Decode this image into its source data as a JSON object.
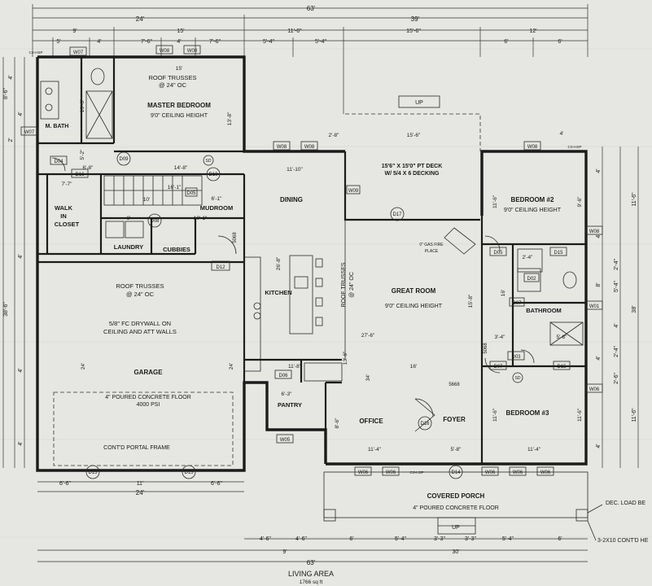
{
  "summary": {
    "title": "LIVING AREA",
    "area": "1766 sq ft"
  },
  "dims_top": {
    "overall": "63'",
    "row2": [
      "24'",
      "39'"
    ],
    "row3": [
      "9'",
      "15'",
      "11'-6\"",
      "15'-6\"",
      "12'"
    ],
    "row4": [
      "5'",
      "4'",
      "7'-6\"",
      "4'",
      "7'-6\"",
      "5'-4\"",
      "5'-4\"",
      "6'",
      "6'"
    ]
  },
  "dims_bottom": {
    "row1": [
      "6'-6\"",
      "11'",
      "6'-6\""
    ],
    "row2": "24'",
    "row3": [
      "4'-6\"",
      "4'-6\"",
      "6'",
      "5'-4\"",
      "3'-3\"",
      "3'-3\"",
      "5'-4\"",
      "6'"
    ],
    "row4": [
      "9'",
      "30'"
    ],
    "overall": "63'"
  },
  "dims_left": [
    "4'",
    "8'-6\"",
    "4'",
    "2'",
    "4'",
    "38'-6\"",
    "4'",
    "4'"
  ],
  "dims_right": [
    "4'",
    "11'-6\"",
    "4'",
    "2'-4\"",
    "8'",
    "5'-4\"",
    "4'",
    "2'-4\"",
    "38'",
    "4'",
    "11'-6\"",
    "2'-6\"",
    "4'"
  ],
  "rooms": {
    "master": {
      "name": "MASTER BEDROOM",
      "note": "9'0\" CEILING HEIGHT",
      "truss": [
        "ROOF TRUSSES",
        "@ 24\" OC"
      ]
    },
    "mbath": "M. BATH",
    "walkin": [
      "WALK",
      "IN",
      "CLOSET"
    ],
    "mudroom": "MUDROOM",
    "laundry": "LAUNDRY",
    "cubbies": "CUBBIES",
    "dining": "DINING",
    "deck": [
      "15'6\" X 15'0\" PT DECK",
      "W/ 5/4 X 6 DECKING"
    ],
    "bed2": {
      "name": "BEDROOM #2",
      "note": "9'0\" CEILING HEIGHT"
    },
    "kitchen": "KITCHEN",
    "great": {
      "name": "GREAT ROOM",
      "note": "9'0\" CEILING HEIGHT"
    },
    "bath": "BATHROOM",
    "garage": {
      "name": "GARAGE",
      "truss": [
        "ROOF TRUSSES",
        "@ 24\" OC"
      ],
      "drywall": [
        "5/8\" FC DRYWALL ON",
        "CEILING AND ATT WALLS"
      ],
      "floor": [
        "4\" POURED CONCRETE FLOOR",
        "4000 PSI"
      ],
      "frame": "CONT'D PORTAL FRAME"
    },
    "pantry": "PANTRY",
    "office": "OFFICE",
    "foyer": "FOYER",
    "bed3": "BEDROOM #3",
    "porch": [
      "COVERED PORCH",
      "4\" POURED CONCRETE FLOOR"
    ],
    "fireplace": [
      "0\" GAS FIRE",
      "PLACE"
    ],
    "kitchen_truss": [
      "ROOF TRUSSES",
      "@ 24\" OC"
    ]
  },
  "inner_dims": {
    "d1": "15'",
    "d2": "13'-8\"",
    "d3": "10'-6\"",
    "d4": "5'-2\"",
    "d5": "6'-8\"",
    "d6": "14'-8\"",
    "d7": "7'-7\"",
    "d8": "16'-1\"",
    "d9": "10'",
    "d10": "6'-1\"",
    "d11": "10'-1\"",
    "d12": "6'",
    "d13": "11'-10\"",
    "d14": "15'-6\"",
    "d15": "27'-6\"",
    "d16": "16'",
    "d17": "11'-8\"",
    "d18": "11'-4\"",
    "d19": "11'-4\"",
    "d20": "8'-6\"",
    "d21": "5'-8\"",
    "d22": "15'-8\"",
    "d23": "11'-6\"",
    "d24": "26'-8\"",
    "d25": "24'",
    "d26": "24'",
    "d27": "34'",
    "d28": "2'-8\"",
    "d29": "2'-4\"",
    "d30": "5'-8\"",
    "d31": "3'-4\"",
    "d32": "6'-3\"",
    "d33": "4'",
    "d34": "11'-6\"",
    "d35": "9'-6\"",
    "d36": "11'-6\"",
    "d37": "13'-6\"",
    "d38": "16'"
  },
  "door_tags": [
    "D04",
    "D16",
    "D09",
    "D10",
    "D08",
    "D05",
    "D12",
    "D17",
    "D05",
    "D15",
    "D07",
    "D03",
    "D07",
    "D15",
    "D06",
    "D16",
    "D14",
    "D15",
    "D15",
    "D02"
  ],
  "window_tags": [
    "W07",
    "W08",
    "W08",
    "W07",
    "W08",
    "W08",
    "W08",
    "W08",
    "W09",
    "W01",
    "W06",
    "W05",
    "W06",
    "W06",
    "W06",
    "W06",
    "W06"
  ],
  "callouts": {
    "up": "UP",
    "up2": "UP",
    "sd": "SD",
    "cs": "CS-HSP",
    "dec": "DEC. LOAD BE",
    "hdr": "3-2X10 CONT'D HE",
    "d5068": "5068",
    "d5668": "5668",
    "d5868": "5068"
  }
}
